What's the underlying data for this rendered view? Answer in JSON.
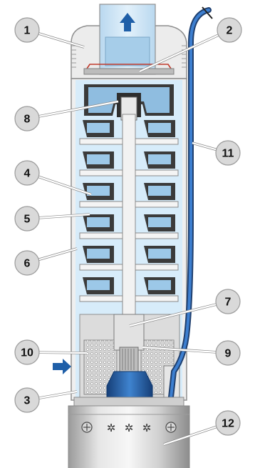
{
  "callouts": [
    {
      "id": "1",
      "label": "1"
    },
    {
      "id": "2",
      "label": "2"
    },
    {
      "id": "3",
      "label": "3"
    },
    {
      "id": "4",
      "label": "4"
    },
    {
      "id": "5",
      "label": "5"
    },
    {
      "id": "6",
      "label": "6"
    },
    {
      "id": "7",
      "label": "7"
    },
    {
      "id": "8",
      "label": "8"
    },
    {
      "id": "9",
      "label": "9"
    },
    {
      "id": "10",
      "label": "10"
    },
    {
      "id": "11",
      "label": "11"
    },
    {
      "id": "12",
      "label": "12"
    }
  ],
  "colors": {
    "pump_body_light": "#cfe6f6",
    "pump_body_mid": "#a9cfeb",
    "impeller_dark": "#3a3a3a",
    "shaft": "#e8e8e8",
    "cable_blue": "#1f5fa8",
    "arrow_blue": "#1f5fa8",
    "callout_fill": "#d9d9d9",
    "motor_steel": "#c8c8c8"
  },
  "icons": [
    "flow-up-arrow-icon",
    "flow-in-arrow-icon"
  ]
}
